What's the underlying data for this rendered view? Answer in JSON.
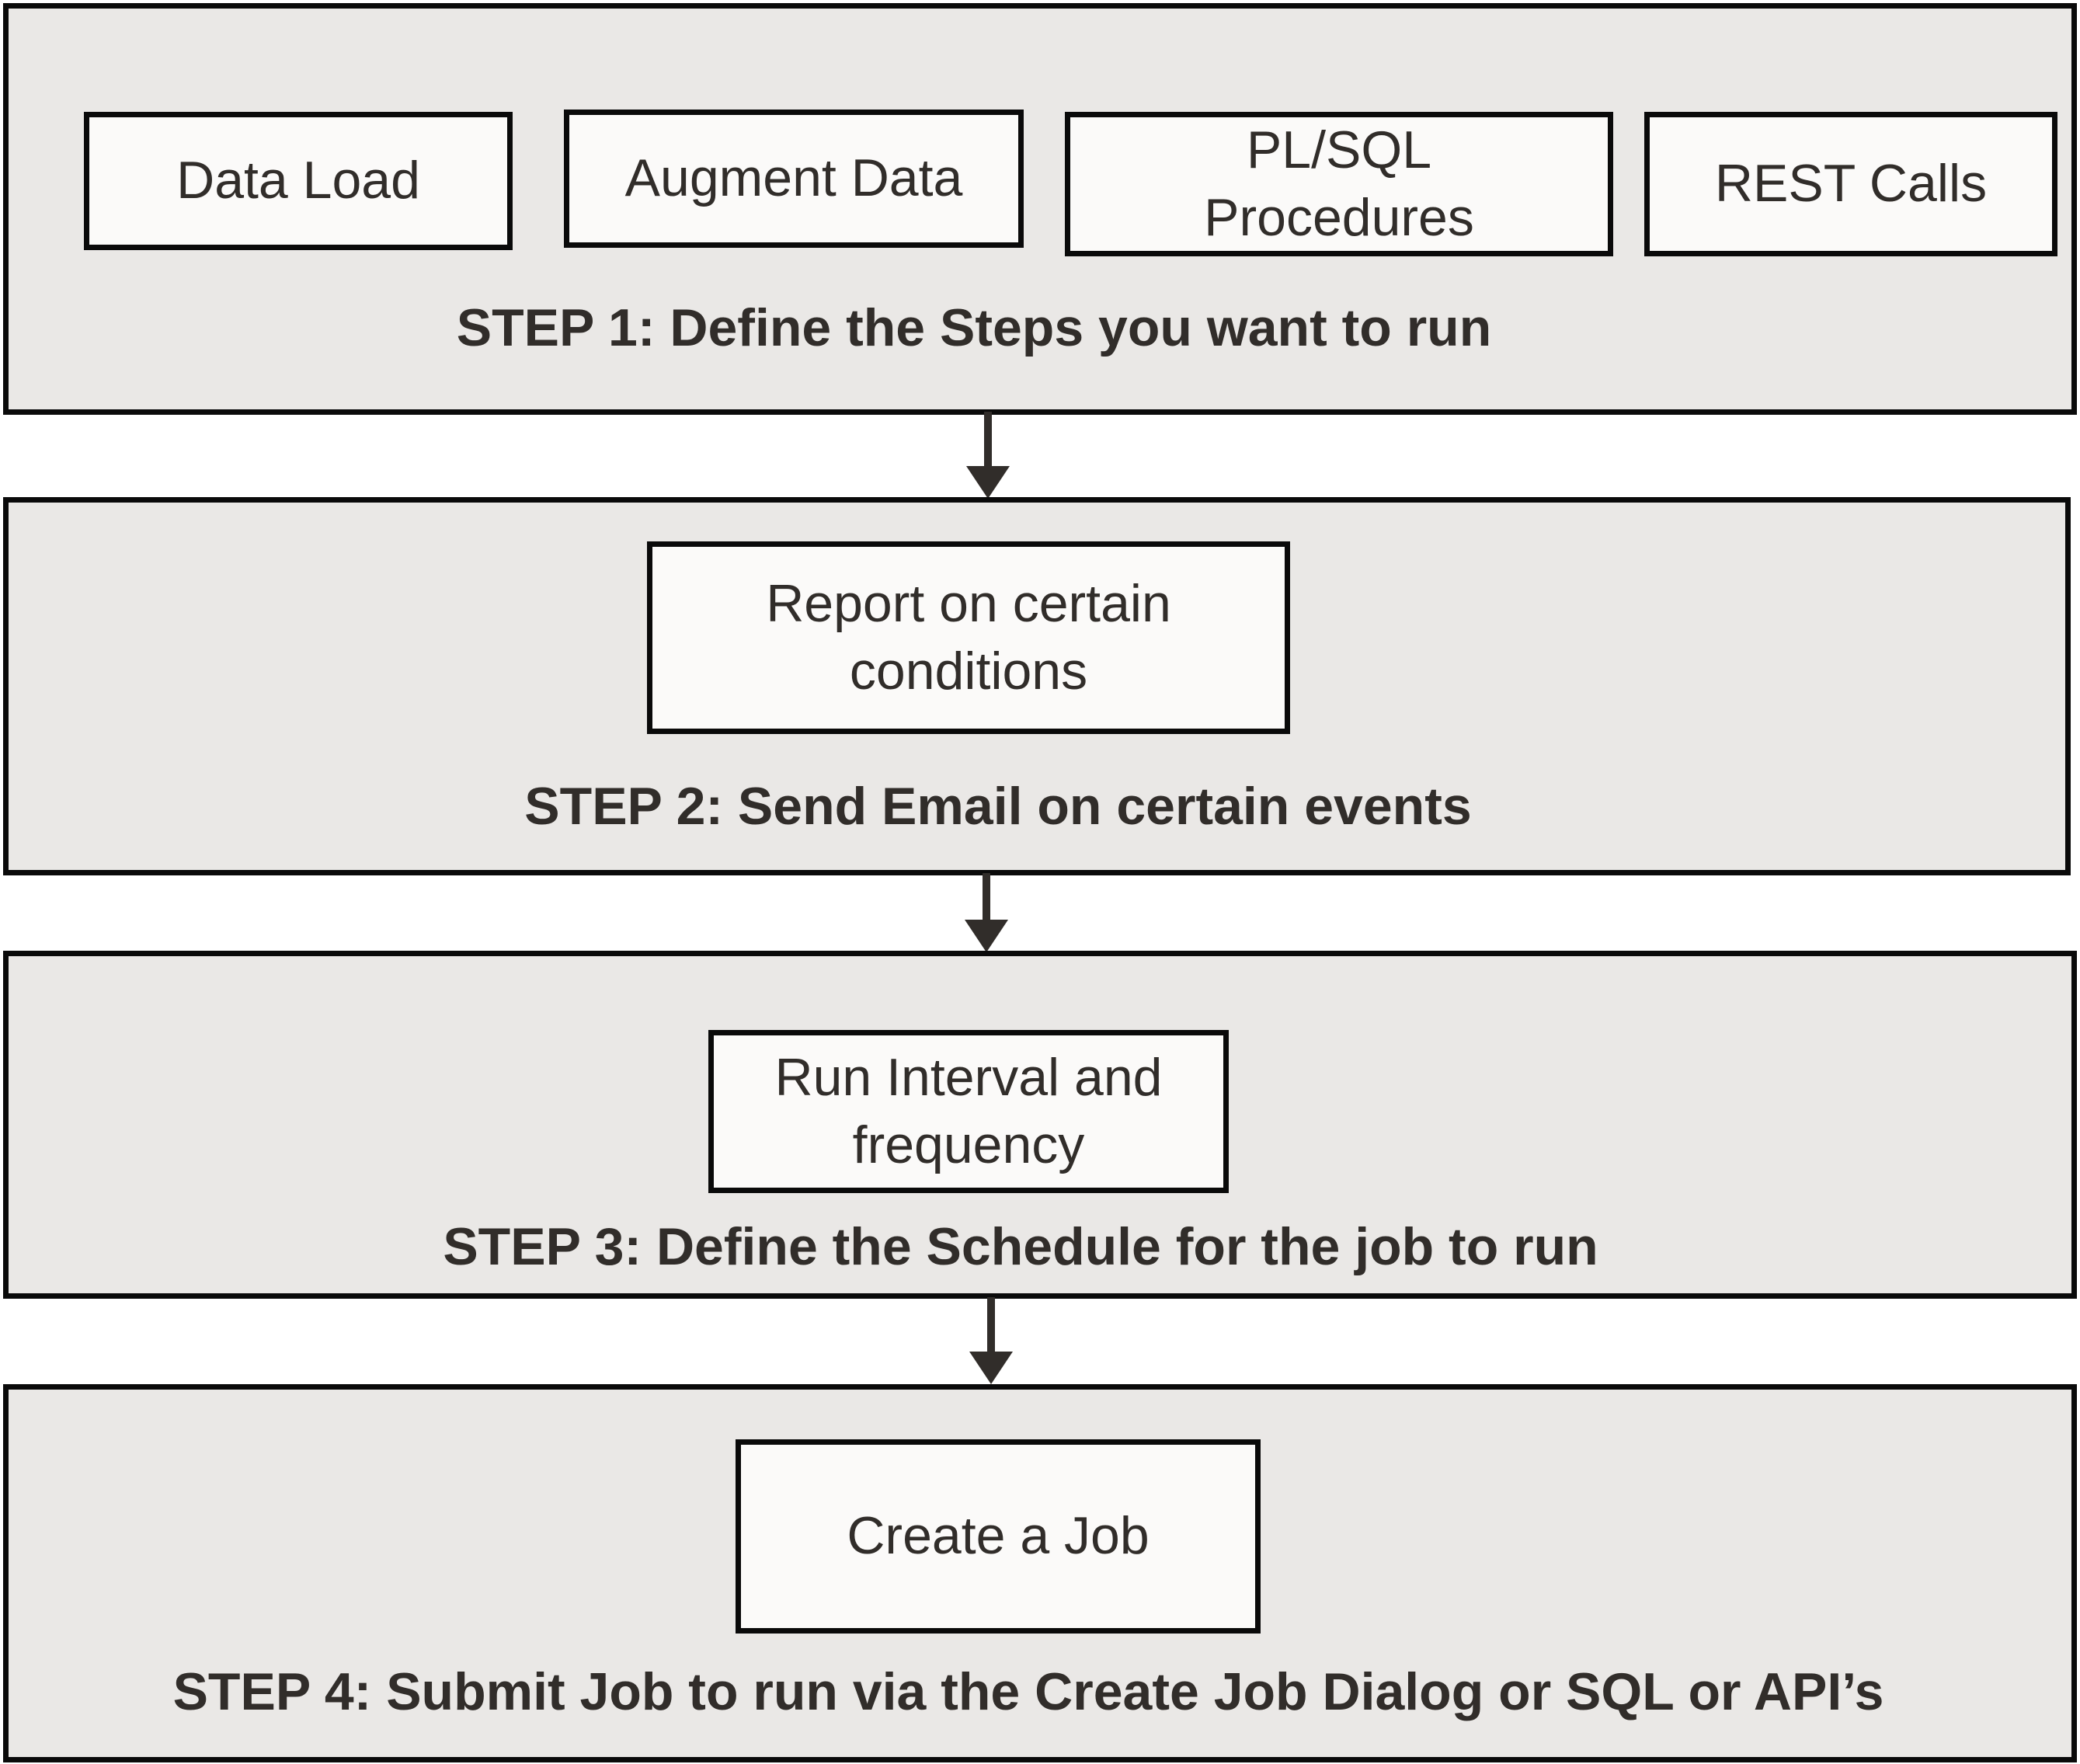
{
  "diagram": {
    "steps": [
      {
        "caption": "STEP 1: Define the Steps you want to run",
        "boxes": [
          "Data Load",
          "Augment Data",
          "PL/SQL\nProcedures",
          "REST Calls"
        ]
      },
      {
        "caption": "STEP 2: Send Email on certain events",
        "boxes": [
          "Report on certain\nconditions"
        ]
      },
      {
        "caption": "STEP 3: Define the Schedule for the job to run",
        "boxes": [
          "Run Interval and\nfrequency"
        ]
      },
      {
        "caption": "STEP 4: Submit Job to run via the Create Job Dialog or  SQL or API’s",
        "boxes": [
          "Create a Job"
        ]
      }
    ]
  }
}
